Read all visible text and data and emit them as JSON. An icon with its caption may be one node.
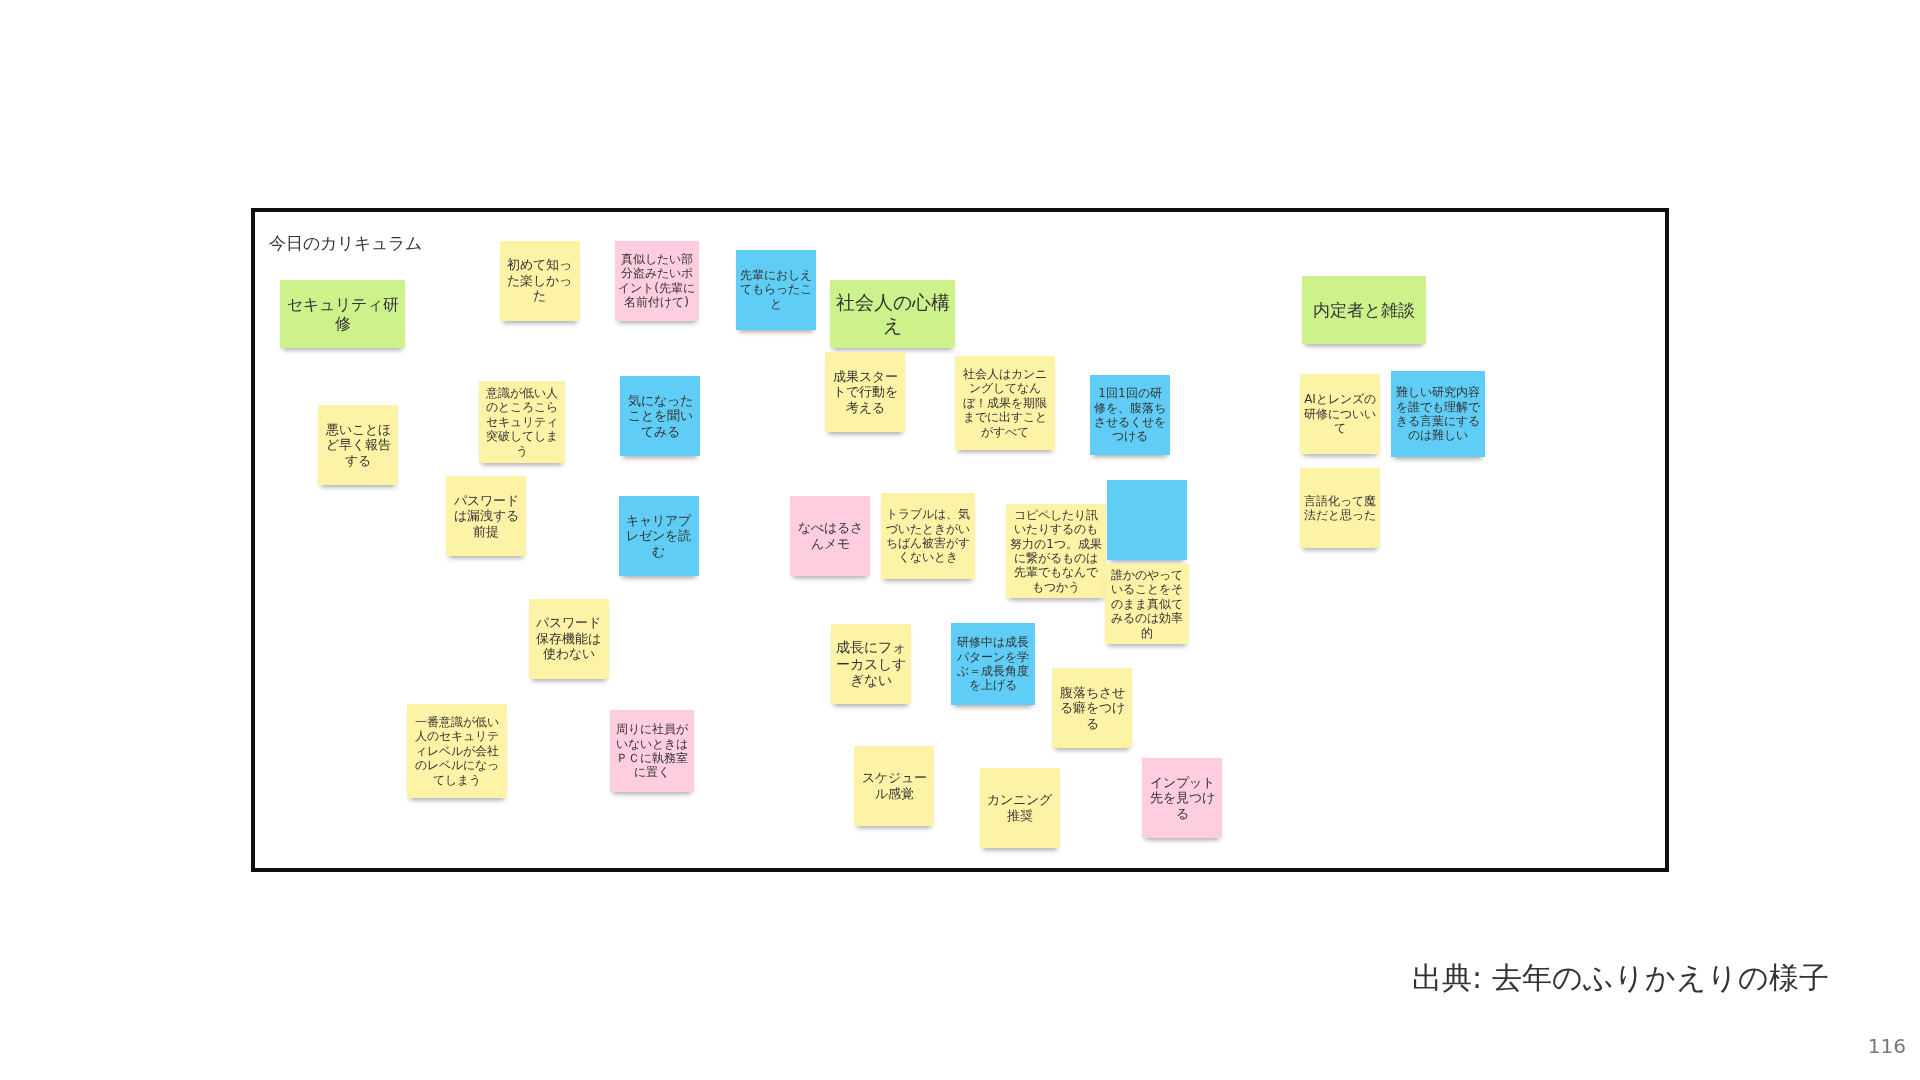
{
  "diagram": {
    "caption": "出典: 去年のふりかえりの様子",
    "nodes": [
      {
        "text": [
          "今日のカリキュラム"
        ]
      },
      {
        "text": [
          "セキュリティ研修"
        ],
        "in": 0
      },
      {
        "text": [
          "初めて知った楽しかった"
        ],
        "in": 0
      },
      {
        "text": [
          "真似したい部分盗みたいポイント(先輩に名前付けて)"
        ],
        "in": 0
      },
      {
        "text": [
          "先輩におしえてもらったこと"
        ],
        "in": 0
      },
      {
        "text": [
          "社会人の心構え"
        ],
        "in": 0
      },
      {
        "text": [
          "内定者と雑談"
        ],
        "in": 0
      },
      {
        "text": [
          "悪いことほど早く報告する"
        ],
        "in": 0
      },
      {
        "text": [
          "意識が低い人のところこらセキュリティ突破してしまう"
        ],
        "in": 0
      },
      {
        "text": [
          "気になったことを聞いてみる"
        ],
        "in": 0
      },
      {
        "text": [
          "成果スタートで行動を考える"
        ],
        "in": 0
      },
      {
        "text": [
          "社会人はカンニングしてなんぼ！成果を期限までに出すことがすべて"
        ],
        "in": 0
      },
      {
        "text": [
          "1回1回の研修を、腹落ちさせるくせをつける"
        ],
        "in": 0
      },
      {
        "text": [
          "AIとレンズの研修についいて"
        ],
        "in": 0
      },
      {
        "text": [
          "難しい研究内容を誰でも理解できる言葉にするのは難しい"
        ],
        "in": 0
      },
      {
        "text": [
          "パスワードは漏洩する前提"
        ],
        "in": 0
      },
      {
        "text": [
          "キャリアプレゼンを読む"
        ],
        "in": 0
      },
      {
        "text": [
          "なべはるさんメモ"
        ],
        "in": 0
      },
      {
        "text": [
          "トラブルは、気づいたときがいちばん被害がすくないとき"
        ],
        "in": 0
      },
      {
        "text": [
          "コピペしたり訊いたりするのも努力の1つ。成果に繋がるものは先輩でもなんでもつかう"
        ],
        "in": 0
      },
      {
        "text": [],
        "shape": "box",
        "in": 0
      },
      {
        "text": [
          "誰かのやっていることをそのまま真似てみるのは効率的"
        ],
        "in": 0
      },
      {
        "text": [
          "言語化って魔法だと思った"
        ],
        "in": 0
      },
      {
        "text": [
          "パスワード保存機能は使わない"
        ],
        "in": 0
      },
      {
        "text": [
          "成長にフォーカスしすぎない"
        ],
        "in": 0
      },
      {
        "text": [
          "研修中は成長パターンを学ぶ＝成長角度を上げる"
        ],
        "in": 0
      },
      {
        "text": [
          "腹落ちさせる癖をつける"
        ],
        "in": 0
      },
      {
        "text": [
          "一番意識が低い人のセキュリティレベルが会社のレベルになってしまう"
        ],
        "in": 0
      },
      {
        "text": [
          "周りに社員がいないときはＰＣに執務室に置く"
        ],
        "in": 0
      },
      {
        "text": [
          "スケジュール感覚"
        ],
        "in": 0
      },
      {
        "text": [
          "カンニング推奨"
        ],
        "in": 0
      },
      {
        "text": [
          "インプット先を見つける"
        ],
        "in": 0
      }
    ],
    "labels": [
      "116"
    ]
  }
}
